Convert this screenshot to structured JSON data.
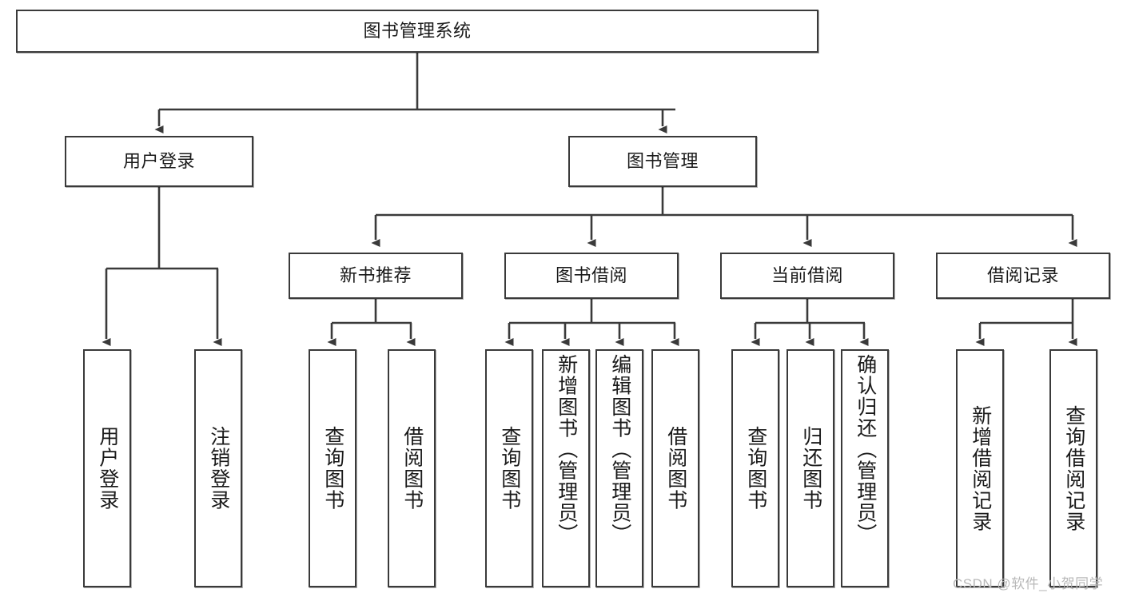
{
  "diagram": {
    "type": "tree-hierarchy",
    "title": "图书管理系统",
    "root": {
      "id": "root",
      "label": "图书管理系统",
      "level": 0
    },
    "level1": [
      {
        "id": "user-login",
        "label": "用户登录"
      },
      {
        "id": "book-management",
        "label": "图书管理"
      }
    ],
    "level2": [
      {
        "id": "new-book-recommend",
        "label": "新书推荐",
        "parent": "book-management"
      },
      {
        "id": "book-borrow",
        "label": "图书借阅",
        "parent": "book-management"
      },
      {
        "id": "current-borrow",
        "label": "当前借阅",
        "parent": "book-management"
      },
      {
        "id": "borrow-record",
        "label": "借阅记录",
        "parent": "book-management"
      }
    ],
    "leaves": {
      "user_login": [
        {
          "id": "leaf-user-login",
          "label": "用户登录"
        },
        {
          "id": "leaf-logout-login",
          "label": "注销登录"
        }
      ],
      "new_book_recommend": [
        {
          "id": "leaf-query-book-1",
          "label": "查询图书"
        },
        {
          "id": "leaf-borrow-book-1",
          "label": "借阅图书"
        }
      ],
      "book_borrow": [
        {
          "id": "leaf-query-book-2",
          "label": "查询图书"
        },
        {
          "id": "leaf-add-book",
          "label": "新增图书（管理员）"
        },
        {
          "id": "leaf-edit-book",
          "label": "编辑图书（管理员）"
        },
        {
          "id": "leaf-borrow-book-2",
          "label": "借阅图书"
        }
      ],
      "current_borrow": [
        {
          "id": "leaf-query-book-3",
          "label": "查询图书"
        },
        {
          "id": "leaf-return-book",
          "label": "归还图书"
        },
        {
          "id": "leaf-confirm-return",
          "label": "确认归还（管理员）"
        }
      ],
      "borrow_record": [
        {
          "id": "leaf-add-record",
          "label": "新增借阅记录"
        },
        {
          "id": "leaf-query-record",
          "label": "查询借阅记录"
        }
      ]
    }
  },
  "watermark": {
    "text": "CSDN @软件_小贺同学"
  },
  "colors": {
    "box_border": "#3a3a3a",
    "box_fill": "#ffffff",
    "edge": "#3a3a3a",
    "text": "#1a1a1a",
    "watermark": "#b9b9b9",
    "background": "#ffffff"
  }
}
